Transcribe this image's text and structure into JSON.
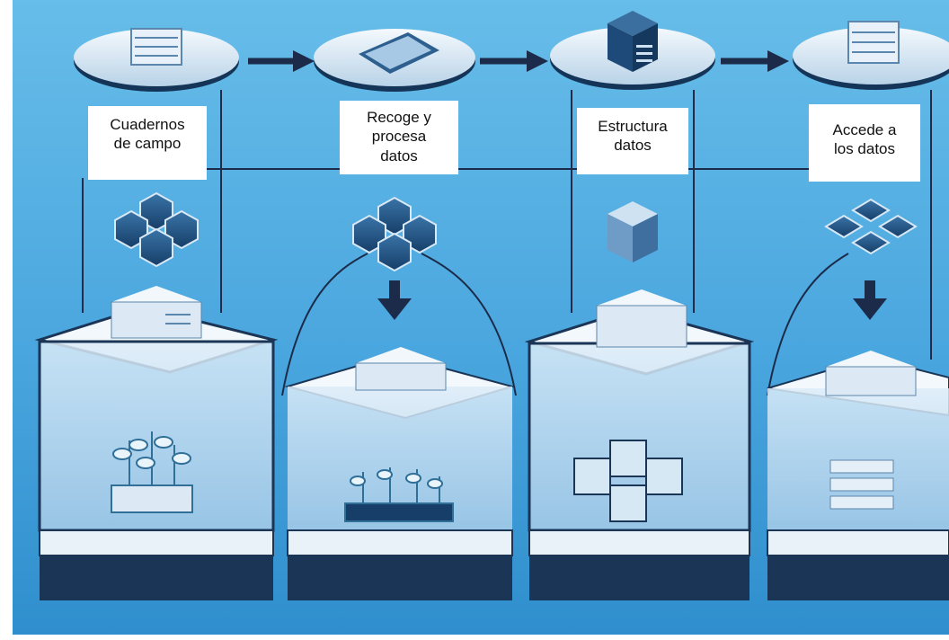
{
  "steps": [
    {
      "label": "Cuadernos\nde campo"
    },
    {
      "label": "Recoge y\nprocesa\ndatos"
    },
    {
      "label": "Estructura\ndatos"
    },
    {
      "label": "Accede a\nlos datos"
    }
  ],
  "colors": {
    "background": "#4aa6de",
    "arrow": "#1c2b4a",
    "tile": "#1f4f80",
    "pedestal_dark": "#1a3556"
  },
  "icons": [
    "notebook-icon",
    "tablet-icon",
    "server-icon",
    "database-icon",
    "hex-cluster-icon",
    "plants-icon",
    "cubes-icon"
  ]
}
